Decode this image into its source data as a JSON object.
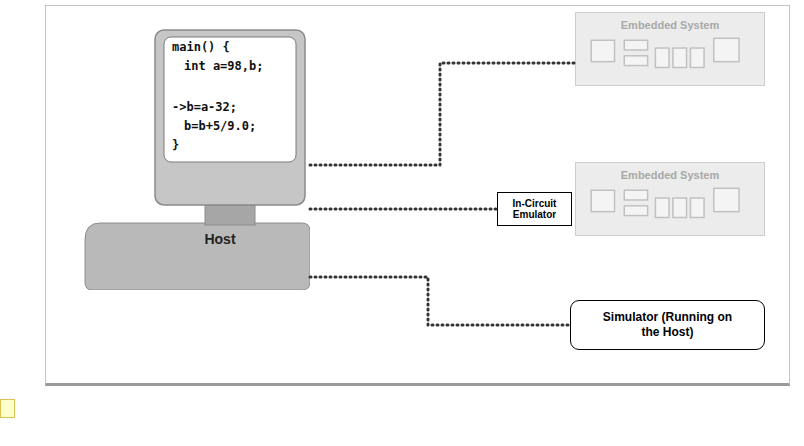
{
  "diagram": {
    "nodes": [
      {
        "text": [
          "main() {",
          "int a=98,b;",
          "->b=a-32;",
          "b=b+5/9.0;",
          "}",
          "Host"
        ]
      },
      {
        "text": [
          "Embedded System"
        ]
      },
      {
        "text": [
          "Embedded System"
        ]
      },
      {
        "text": [
          "In-Circuit Emulator"
        ]
      },
      {
        "text": [
          "Simulator (Running on the Host)"
        ]
      }
    ],
    "edges": [
      {
        "from": 0,
        "to": 1,
        "arrow": "none"
      },
      {
        "from": 0,
        "to": 3,
        "arrow": "none"
      },
      {
        "from": 0,
        "to": 4,
        "arrow": "none"
      }
    ]
  }
}
